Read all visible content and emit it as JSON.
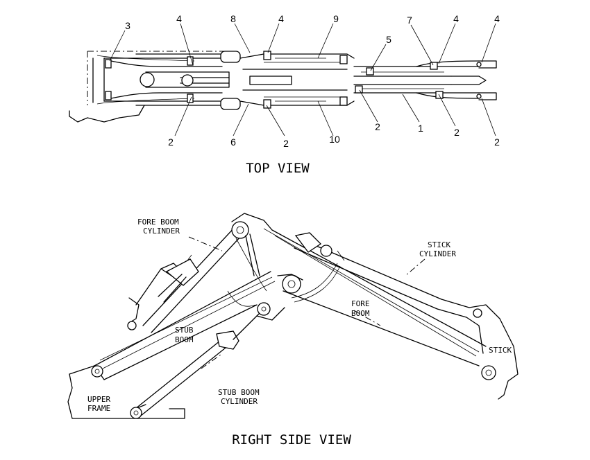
{
  "top_view": {
    "title": "TOP VIEW",
    "callouts": {
      "c3": "3",
      "c4a": "4",
      "c8": "8",
      "c4b": "4",
      "c9": "9",
      "c5": "5",
      "c7": "7",
      "c4c": "4",
      "c4d": "4",
      "c2a": "2",
      "c6": "6",
      "c2b": "2",
      "c10": "10",
      "c2c": "2",
      "c1": "1",
      "c2d": "2",
      "c2e": "2"
    }
  },
  "side_view": {
    "title": "RIGHT SIDE VIEW",
    "labels": {
      "fore_boom_cylinder_1": "FORE BOOM",
      "fore_boom_cylinder_2": "CYLINDER",
      "stick_cylinder_1": "STICK",
      "stick_cylinder_2": "CYLINDER",
      "stub_boom_1": "STUB",
      "stub_boom_2": "BOOM",
      "fore_boom_1": "FORE",
      "fore_boom_2": "BOOM",
      "stick": "STICK",
      "stub_boom_cylinder_1": "STUB BOOM",
      "stub_boom_cylinder_2": "CYLINDER",
      "upper_frame_1": "UPPER",
      "upper_frame_2": "FRAME"
    }
  }
}
